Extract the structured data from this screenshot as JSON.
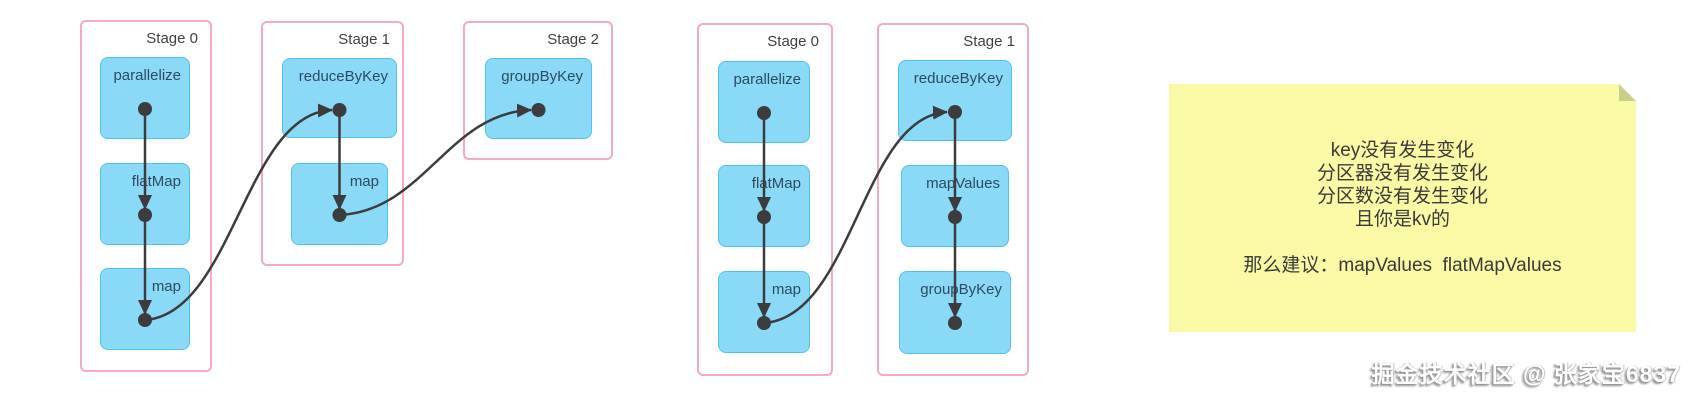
{
  "diagrams": [
    {
      "stages": [
        {
          "label": "Stage 0",
          "blocks": [
            "parallelize",
            "flatMap",
            "map"
          ]
        },
        {
          "label": "Stage 1",
          "blocks": [
            "reduceByKey",
            "map"
          ]
        },
        {
          "label": "Stage 2",
          "blocks": [
            "groupByKey"
          ]
        }
      ]
    },
    {
      "stages": [
        {
          "label": "Stage 0",
          "blocks": [
            "parallelize",
            "flatMap",
            "map"
          ]
        },
        {
          "label": "Stage 1",
          "blocks": [
            "reduceByKey",
            "mapValues",
            "groupByKey"
          ]
        }
      ]
    }
  ],
  "note": {
    "lines": [
      "key没有发生变化",
      "分区器没有发生变化",
      "分区数没有发生变化",
      "且你是kv的",
      "",
      "那么建议：mapValues  flatMapValues"
    ]
  },
  "watermark": "掘金技术社区 @ 张家宝6837",
  "colors": {
    "block-fill": "#8AD9F7",
    "block-border": "#4EC3EF",
    "stage-border": "#F5A9C4",
    "connector": "#3C3C3C",
    "note-bg": "#FAFAA6",
    "note-fold": "#C9CF8A",
    "block-text": "#2E4A5F",
    "stage-text": "#3F3F3F",
    "note-text": "#3A3A3A"
  }
}
